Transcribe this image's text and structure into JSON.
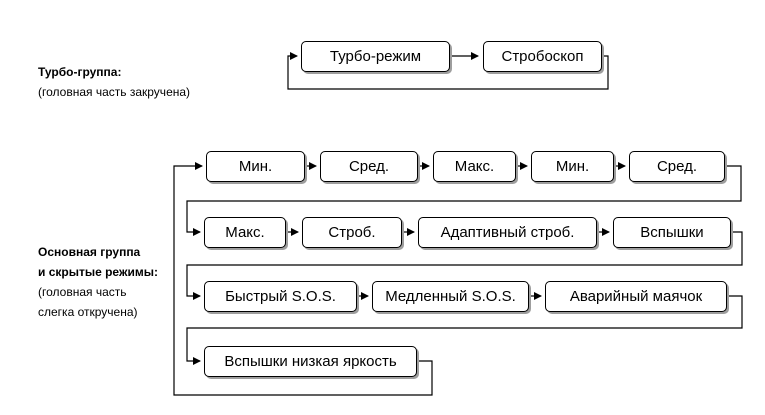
{
  "turbo": {
    "title": "Турбо-группа:",
    "subtitle": "(головная часть закручена)",
    "modes": [
      "Турбо-режим",
      "Стробоскоп"
    ]
  },
  "main": {
    "title_line1": "Основная группа",
    "title_line2": "и скрытые режимы:",
    "subtitle_line1": "(головная часть",
    "subtitle_line2": "слегка откручена)",
    "rows": [
      [
        "Мин.",
        "Сред.",
        "Макс.",
        "Мин.",
        "Сред."
      ],
      [
        "Макс.",
        "Строб.",
        "Адаптивный строб.",
        "Вспышки"
      ],
      [
        "Быстрый S.O.S.",
        "Медленный S.O.S.",
        "Аварийный маячок"
      ],
      [
        "Вспышки низкая яркость"
      ]
    ]
  }
}
